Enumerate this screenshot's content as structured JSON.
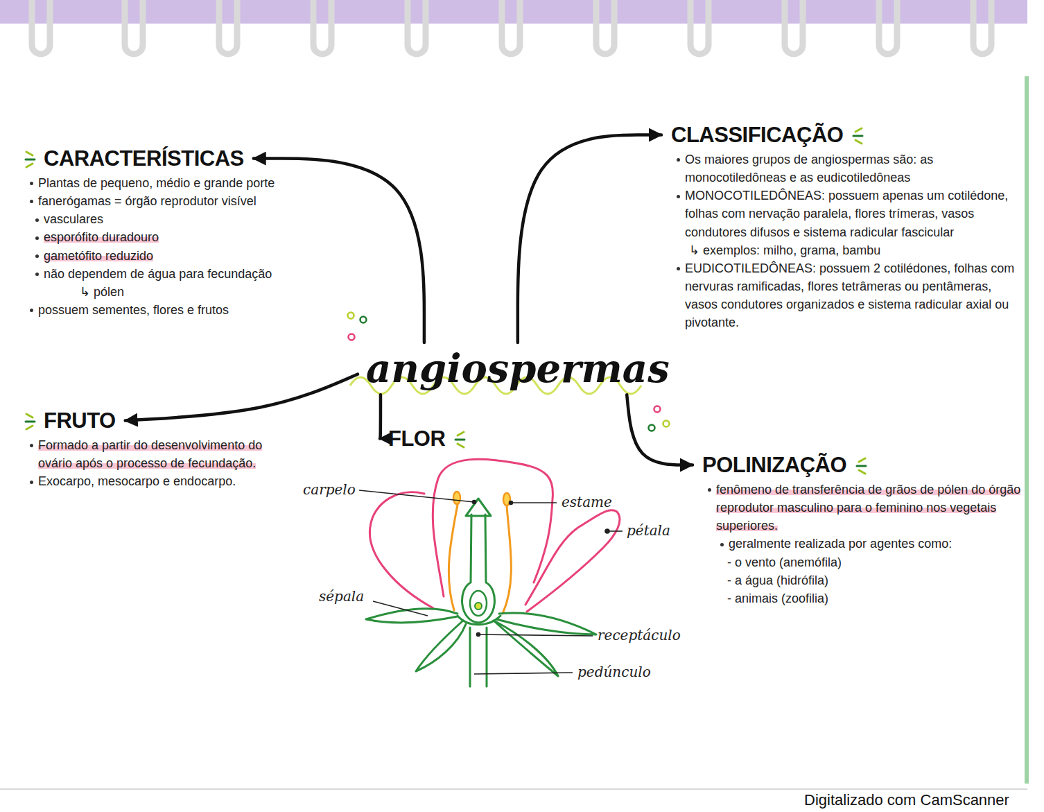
{
  "diagram": {
    "nodes": [
      {
        "text": [
          "CARACTERÍSTICAS",
          "Plantas de pequeno, médio e grande porte",
          "fanerógamas = órgão reprodutor visível",
          "vasculares",
          "esporófito duradouro",
          "gametófito reduzido",
          "não dependem de água para fecundação",
          "↳ pólen",
          "possuem sementes, flores e frutos"
        ]
      },
      {
        "text": [
          "CLASSIFICAÇÃO",
          "Os maiores grupos de angiospermas são: as monocotiledôneas e as eudicotiledôneas",
          "MONOCOTILEDÔNEAS: possuem apenas um cotilédone, folhas com nervação paralela, flores trímeras, vasos condutores difusos e sistema radicular fascicular",
          "↳ exemplos: milho, grama, bambu",
          "EUDICOTILEDÔNEAS: possuem 2 cotilédones, folhas com nervuras ramificadas, flores tetrâmeras ou pentâmeras, vasos condutores organizados e sistema radicular axial ou pivotante."
        ]
      },
      {
        "text": [
          "angiospermas"
        ]
      },
      {
        "text": [
          "FRUTO",
          "Formado a partir do desenvolvimento do ovário após o processo de fecundação.",
          "Exocarpo, mesocarpo e endocarpo."
        ]
      },
      {
        "text": [
          "FLOR"
        ]
      },
      {
        "text": [
          "POLINIZAÇÃO",
          "fenômeno de transferência de grãos de pólen do órgão reprodutor masculino para o feminino nos vegetais superiores.",
          "geralmente realizada por agentes como:",
          "- o vento (anemófila)",
          "- a água (hidrófila)",
          "- animais (zoofilia)"
        ]
      }
    ],
    "edges": [
      {
        "from": 2,
        "to": 0,
        "arrow": "to"
      },
      {
        "from": 2,
        "to": 1,
        "arrow": "to"
      },
      {
        "from": 2,
        "to": 3,
        "arrow": "to"
      },
      {
        "from": 2,
        "to": 4,
        "arrow": "to"
      },
      {
        "from": 2,
        "to": 5,
        "arrow": "to"
      }
    ],
    "labels": [
      "carpelo",
      "estame",
      "pétala",
      "sépala",
      "receptáculo",
      "pedúnculo",
      "Digitalizado com CamScanner"
    ]
  }
}
